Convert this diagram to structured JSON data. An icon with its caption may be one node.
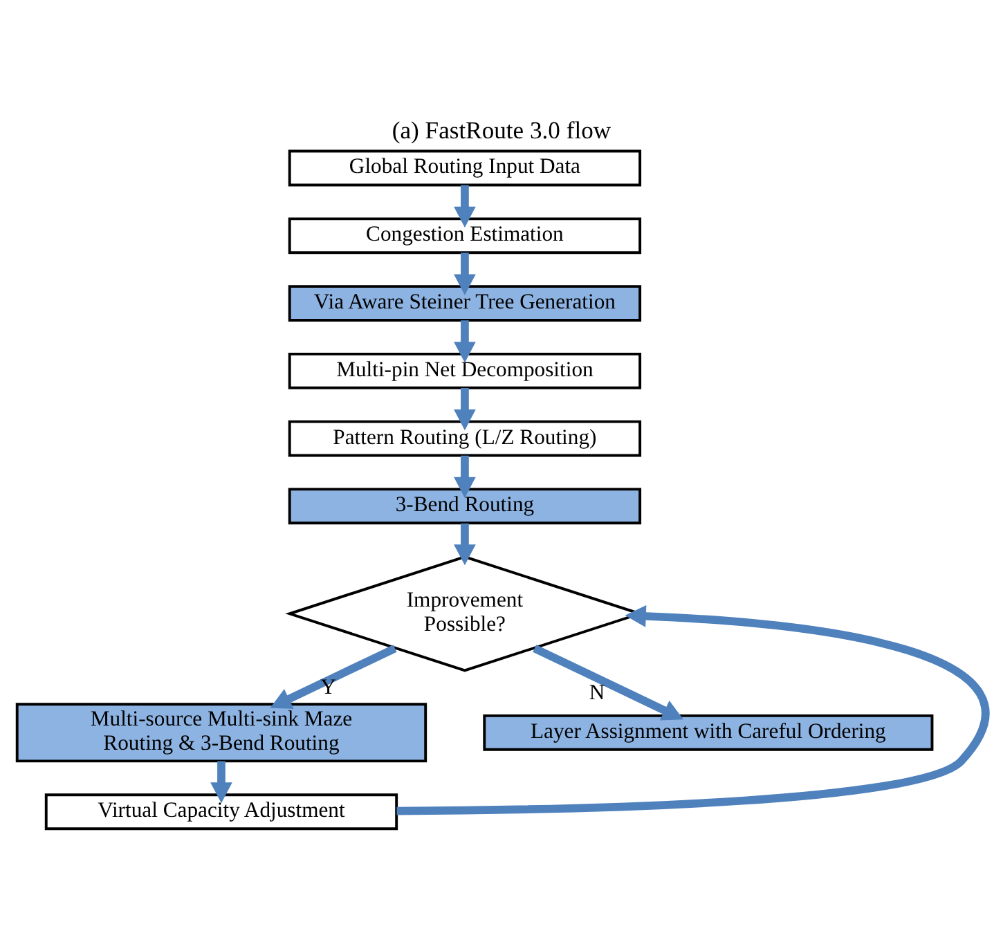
{
  "diagram": {
    "title": "(a) FastRoute 3.0 flow",
    "nodes": [
      {
        "text": [
          "Global Routing Input Data"
        ]
      },
      {
        "text": [
          "Congestion Estimation"
        ]
      },
      {
        "text": [
          "Via Aware Steiner Tree Generation"
        ]
      },
      {
        "text": [
          "Multi-pin Net Decomposition"
        ]
      },
      {
        "text": [
          "Pattern Routing (L/Z Routing)"
        ]
      },
      {
        "text": [
          "3-Bend Routing"
        ]
      },
      {
        "text": [
          "Improvement Possible?"
        ]
      },
      {
        "text": [
          "Multi-source Multi-sink Maze Routing & 3-Bend Routing"
        ]
      },
      {
        "text": [
          "Virtual Capacity Adjustment"
        ]
      },
      {
        "text": [
          "Layer Assignment with Careful Ordering"
        ]
      }
    ],
    "edges": [
      {
        "from": 0,
        "to": 1,
        "arrow": "to"
      },
      {
        "from": 1,
        "to": 2,
        "arrow": "to"
      },
      {
        "from": 2,
        "to": 3,
        "arrow": "to"
      },
      {
        "from": 3,
        "to": 4,
        "arrow": "to"
      },
      {
        "from": 4,
        "to": 5,
        "arrow": "to"
      },
      {
        "from": 5,
        "to": 6,
        "arrow": "to"
      },
      {
        "from": 6,
        "to": 7,
        "arrow": "to",
        "label": "Y"
      },
      {
        "from": 7,
        "to": 8,
        "arrow": "to"
      },
      {
        "from": 8,
        "to": 6,
        "arrow": "to"
      },
      {
        "from": 6,
        "to": 9,
        "arrow": "to",
        "label": "N"
      }
    ]
  }
}
